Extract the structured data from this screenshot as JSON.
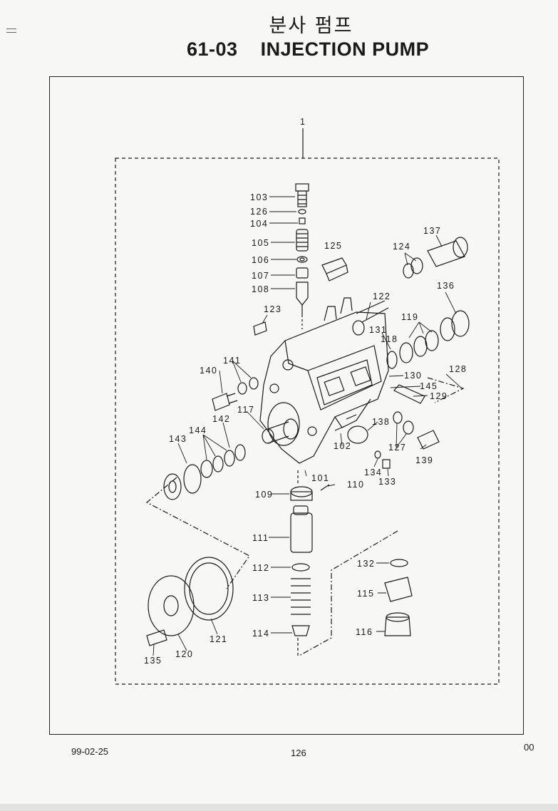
{
  "header": {
    "title_korean": "분사 펌프",
    "section_number": "61-03",
    "title_english": "INJECTION PUMP"
  },
  "diagram": {
    "assembly_label": "1",
    "part_labels": [
      "103",
      "126",
      "104",
      "105",
      "106",
      "107",
      "108",
      "125",
      "124",
      "137",
      "123",
      "122",
      "136",
      "131",
      "119",
      "118",
      "141",
      "140",
      "130",
      "128",
      "145",
      "129",
      "117",
      "142",
      "144",
      "143",
      "138",
      "102",
      "127",
      "139",
      "134",
      "133",
      "101",
      "109",
      "110",
      "111",
      "112",
      "132",
      "113",
      "115",
      "114",
      "116",
      "121",
      "135",
      "120"
    ]
  },
  "footer": {
    "date": "99-02-25",
    "page_number": "126",
    "revision": "00"
  },
  "colors": {
    "ink": "#1a1a1a",
    "paper": "#f7f7f5"
  }
}
